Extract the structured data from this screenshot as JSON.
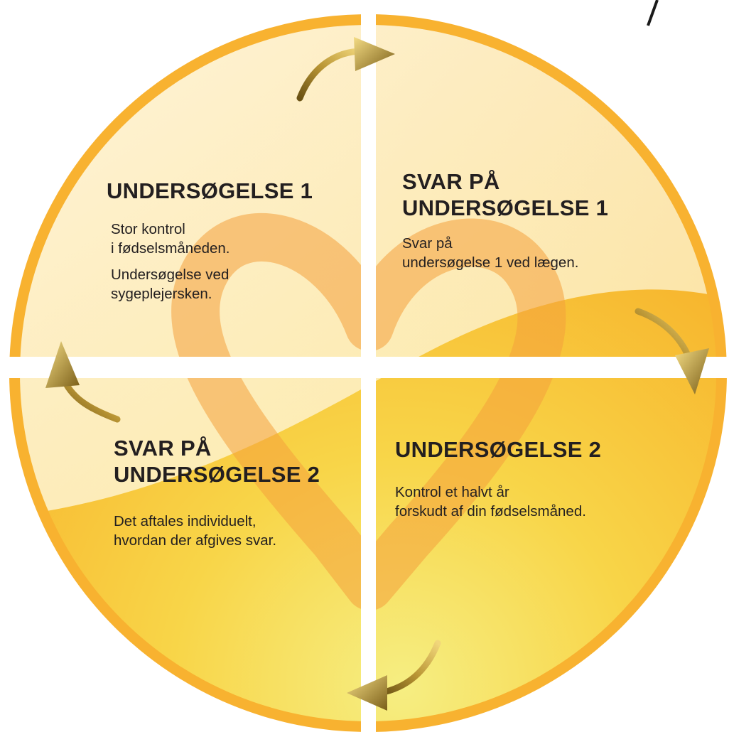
{
  "colors": {
    "ring": "#f8b230",
    "divider": "#ffffff",
    "heart": "#f4a13c",
    "arrow_dark": "#8a6a1e",
    "arrow_light": "#f1d67a"
  },
  "quadrants": {
    "top_left": {
      "title": "UNDERSØGELSE 1",
      "lines": [
        "Stor kontrol\ni fødselsmåneden.",
        "Undersøgelse ved\nsygeplejersken."
      ]
    },
    "top_right": {
      "title": "SVAR PÅ\nUNDERSØGELSE 1",
      "lines": [
        "Svar på\nundersøgelse 1 ved lægen."
      ]
    },
    "bottom_right": {
      "title": "UNDERSØGELSE 2",
      "lines": [
        "Kontrol et halvt år\nforskudt af din fødselsmåned."
      ]
    },
    "bottom_left": {
      "title": "SVAR PÅ\nUNDERSØGELSE 2",
      "lines": [
        "Det aftales individuelt,\nhvordan der afgives svar."
      ]
    }
  },
  "icons": {
    "decoration": "heart-icon",
    "flow": "curved-arrow-icon"
  }
}
